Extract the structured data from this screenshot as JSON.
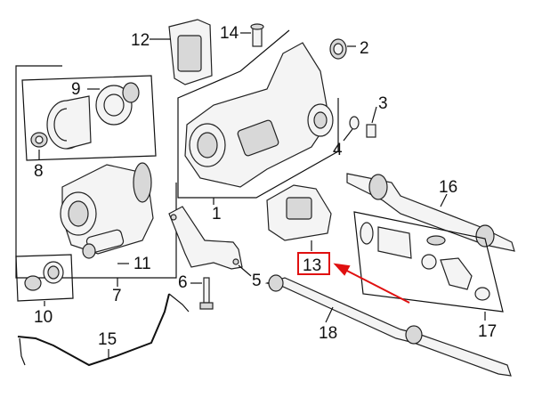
{
  "callouts": {
    "c1": "1",
    "c2": "2",
    "c3": "3",
    "c4": "4",
    "c5": "5",
    "c6": "6",
    "c7": "7",
    "c8": "8",
    "c9": "9",
    "c10": "10",
    "c11": "11",
    "c12": "12",
    "c13": "13",
    "c14": "14",
    "c15": "15",
    "c16": "16",
    "c17": "17",
    "c18": "18"
  },
  "highlight": {
    "color": "#e01010",
    "target": "13"
  }
}
